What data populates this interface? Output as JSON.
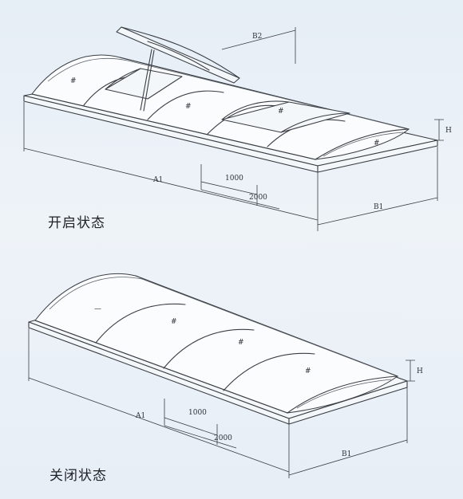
{
  "top_diagram": {
    "caption": "开启状态",
    "dims": {
      "a": "A1",
      "b": "B1",
      "b2": "B2",
      "h": "H",
      "d1": "1000",
      "d2": "2000"
    }
  },
  "bottom_diagram": {
    "caption": "关闭状态",
    "dims": {
      "a": "A1",
      "b": "B1",
      "h": "H",
      "d1": "1000",
      "d2": "2000"
    }
  }
}
